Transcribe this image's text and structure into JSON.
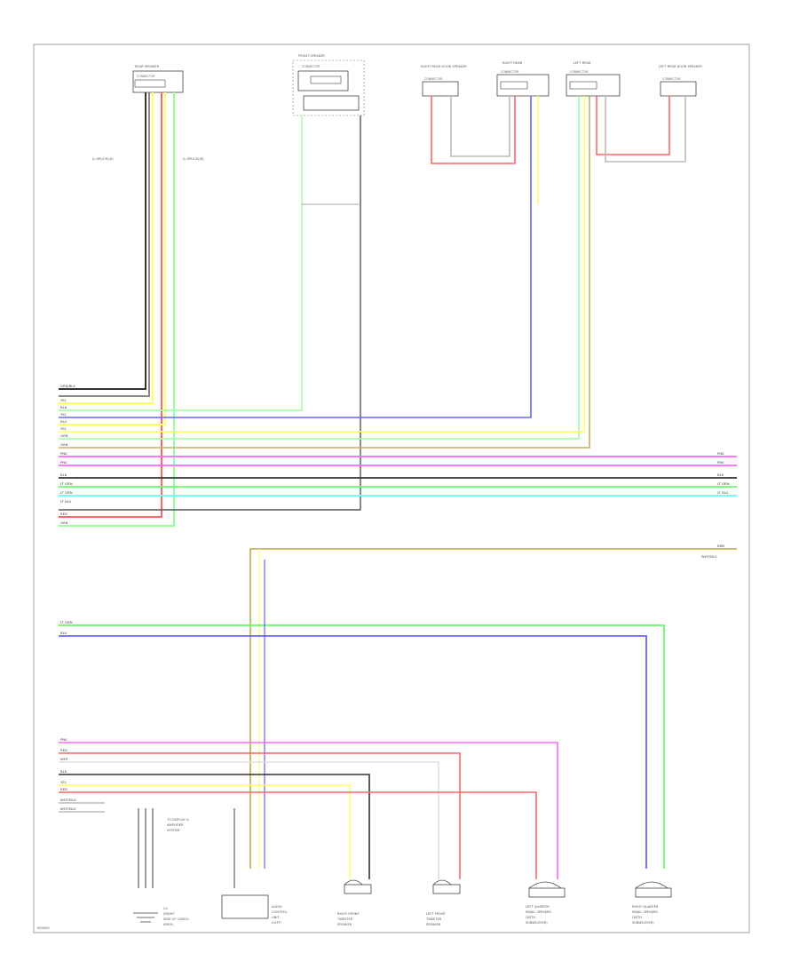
{
  "diagram": {
    "page_label": "000000",
    "top_components": [
      {
        "id": "rear-amplifier",
        "title": "REAR SPEAKER",
        "conn": "CONNECTOR"
      },
      {
        "id": "front-speaker-left",
        "title": "FRONT SPEAKER",
        "conn": "CONNECTOR"
      },
      {
        "id": "rear-door-speaker-right",
        "title": "RIGHT REAR DOOR SPEAKER",
        "conn": "CONNECTOR"
      },
      {
        "id": "right-rear-speaker",
        "title": "RIGHT REAR",
        "conn": "CONNECTOR"
      },
      {
        "id": "left-rear-speaker",
        "title": "LEFT REAR",
        "conn": "CONNECTOR"
      },
      {
        "id": "rear-door-speaker-left",
        "title": "LEFT REAR DOOR SPEAKER",
        "conn": "CONNECTOR"
      }
    ],
    "splice_labels": {
      "left": "(L-SPLICE)(A)",
      "right": "(L-SPLICE)(B)"
    },
    "bus_labels": [
      "GRN/BLK",
      "YEL",
      "BLK",
      "YEL",
      "BLU",
      "YEL",
      "GRN",
      "GRN",
      "PNK",
      "PNK",
      "BLK",
      "LT GRN",
      "LT GRN",
      "LT BLU",
      "RED",
      "GRN"
    ],
    "bus_right_labels": [
      "PNK",
      "PNK",
      "BLK",
      "LT GRN",
      "LT BLU"
    ],
    "mid_right_labels": [
      "BRN",
      "WHT/BLU"
    ],
    "mid_left_labels": [
      "LT GRN",
      "BLU"
    ],
    "lower_labels": [
      "PNK",
      "RED",
      "WHT",
      "BLK",
      "YEL",
      "RED",
      "WHT/BLU",
      "WHT/BLU"
    ],
    "bottom_components": [
      {
        "id": "ground-point",
        "lines": [
          "G1",
          "(RIGHT",
          "SIDE OF CARGO",
          "AREA)"
        ]
      },
      {
        "id": "audio-control-unit",
        "lines": [
          "AUDIO",
          "CONTROL",
          "UNIT",
          "(LEFT)"
        ]
      },
      {
        "id": "right-front-tweeter",
        "lines": [
          "RIGHT FRONT",
          "TWEETER",
          "SPEAKER"
        ]
      },
      {
        "id": "left-front-tweeter",
        "lines": [
          "LEFT FRONT",
          "TWEETER",
          "SPEAKER"
        ]
      },
      {
        "id": "left-subwoofer",
        "lines": [
          "LEFT QUARTER",
          "PANEL SPEAKER",
          "(WITH",
          "SUBWOOFER)"
        ]
      },
      {
        "id": "right-subwoofer",
        "lines": [
          "RIGHT QUARTER",
          "PANEL SPEAKER",
          "(WITH",
          "SUBWOOFER)"
        ]
      }
    ],
    "note_text": [
      "TO DISPLAY &",
      "AMPLIFIER",
      "SYSTEM"
    ],
    "colors": {
      "black": "#333333",
      "yellow": "#ffff66",
      "blue": "#6666ff",
      "green": "#99ff99",
      "pink": "#ff66ff",
      "cyan": "#66ffff",
      "red": "#ff6666",
      "gray": "#bbbbbb",
      "brown": "#c8b060",
      "lgreen": "#66ff66",
      "white": "#e0e0e0"
    }
  }
}
